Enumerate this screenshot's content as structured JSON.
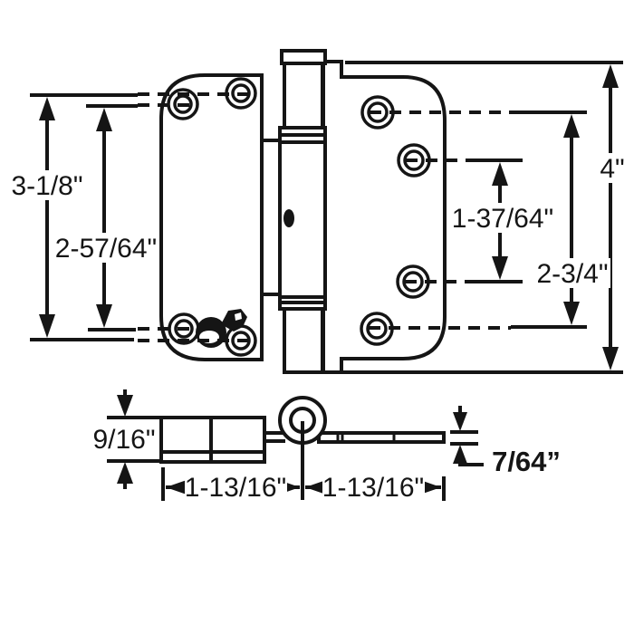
{
  "page": {
    "background": "#ffffff",
    "line_color": "#151515",
    "subject": "Adjustable door hinge technical drawing, front view and folded bottom view"
  },
  "labels": {
    "dim_3_1_8": "3-1/8\"",
    "dim_2_57_64": "2-57/64\"",
    "dim_1_37_64": "1-37/64\"",
    "dim_2_3_4": "2-3/4\"",
    "dim_4": "4\"",
    "dim_9_16": "9/16\"",
    "dim_1_13_16_left": "1-13/16\"",
    "dim_1_13_16_right": "1-13/16\"",
    "dim_7_64": "7/64”"
  }
}
